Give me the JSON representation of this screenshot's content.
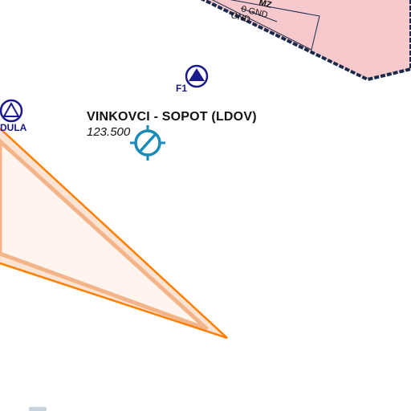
{
  "airport": {
    "name": "VINKOVCI - SOPOT (LDOV)",
    "frequency": "123.500"
  },
  "reporting_points": [
    {
      "label": "F1"
    },
    {
      "label": "DULA"
    }
  ],
  "airspace_labels": {
    "upper": "0 GND",
    "lower": "GND",
    "partial": "MZ"
  },
  "colors": {
    "restricted_area_fill": "#f7c9cc",
    "restricted_area_border": "#1a2a4a",
    "corridor_line": "#ff7f00",
    "corridor_inner": "#fbe4d4",
    "reporting_point": "#1a1a8c",
    "airport_symbol": "#1a8ab8"
  }
}
